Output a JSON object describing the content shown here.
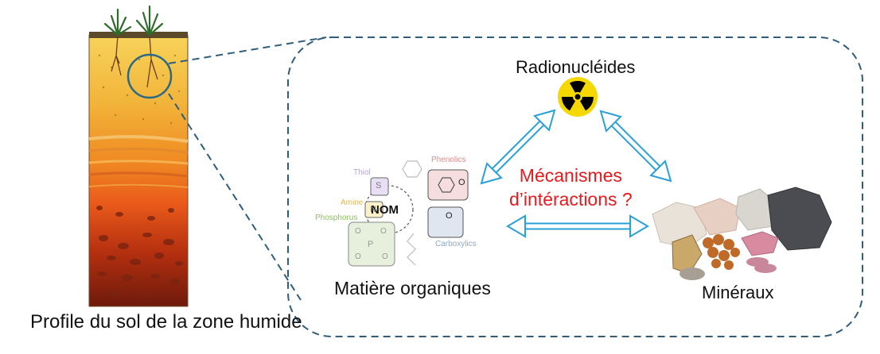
{
  "soil_caption": "Profile du sol de la zone humide",
  "radionuclides_label": "Radionucléides",
  "minerals_label": "Minéraux",
  "organic_matter_label": "Matière organiques",
  "mechanisms_line1": "Mécanismes",
  "mechanisms_line2": "d’intéractions ?",
  "nom": {
    "center": "NOM",
    "groups": {
      "thiol": "Thiol",
      "amine": "Amine",
      "phosphorus": "Phosphorus",
      "phenolics": "Phenolics",
      "carboxylics": "Carboxylics"
    },
    "atoms": {
      "s": "S",
      "n": "N",
      "p": "P",
      "o1": "O",
      "o2": "O",
      "o3": "O",
      "o4": "O",
      "o5": "O",
      "o6": "O"
    }
  },
  "colors": {
    "accent_red": "#e8191c",
    "arrow_blue": "#2aa0d8",
    "dashed_border": "#2f5d7c",
    "radiation_yellow": "#f5d800"
  },
  "icons": [
    "radiation-icon",
    "soil-profile-illustration",
    "minerals-illustration"
  ]
}
